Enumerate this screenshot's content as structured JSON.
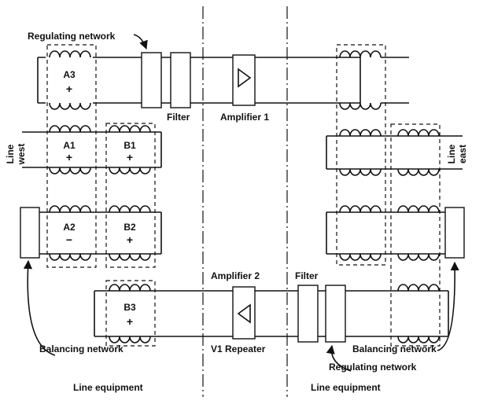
{
  "labels": {
    "regulating_network_top": "Regulating network",
    "filter_top": "Filter",
    "amplifier1": "Amplifier 1",
    "amplifier2": "Amplifier 2",
    "filter_bottom": "Filter",
    "line_west_1": "Line",
    "line_west_2": "west",
    "line_east_1": "Line",
    "line_east_2": "east",
    "balancing_left": "Balancing network",
    "balancing_right": "Balancing network",
    "repeater": "V1 Repeater",
    "regulating_network_bottom": "Regulating network",
    "line_equipment_left": "Line equipment",
    "line_equipment_right": "Line equipment"
  },
  "transformers": {
    "a3": {
      "name": "A3",
      "sign": "+"
    },
    "a1": {
      "name": "A1",
      "sign": "+"
    },
    "b1": {
      "name": "B1",
      "sign": "+"
    },
    "a2": {
      "name": "A2",
      "sign": "−"
    },
    "b2": {
      "name": "B2",
      "sign": "+"
    },
    "b3": {
      "name": "B3",
      "sign": "+"
    }
  }
}
